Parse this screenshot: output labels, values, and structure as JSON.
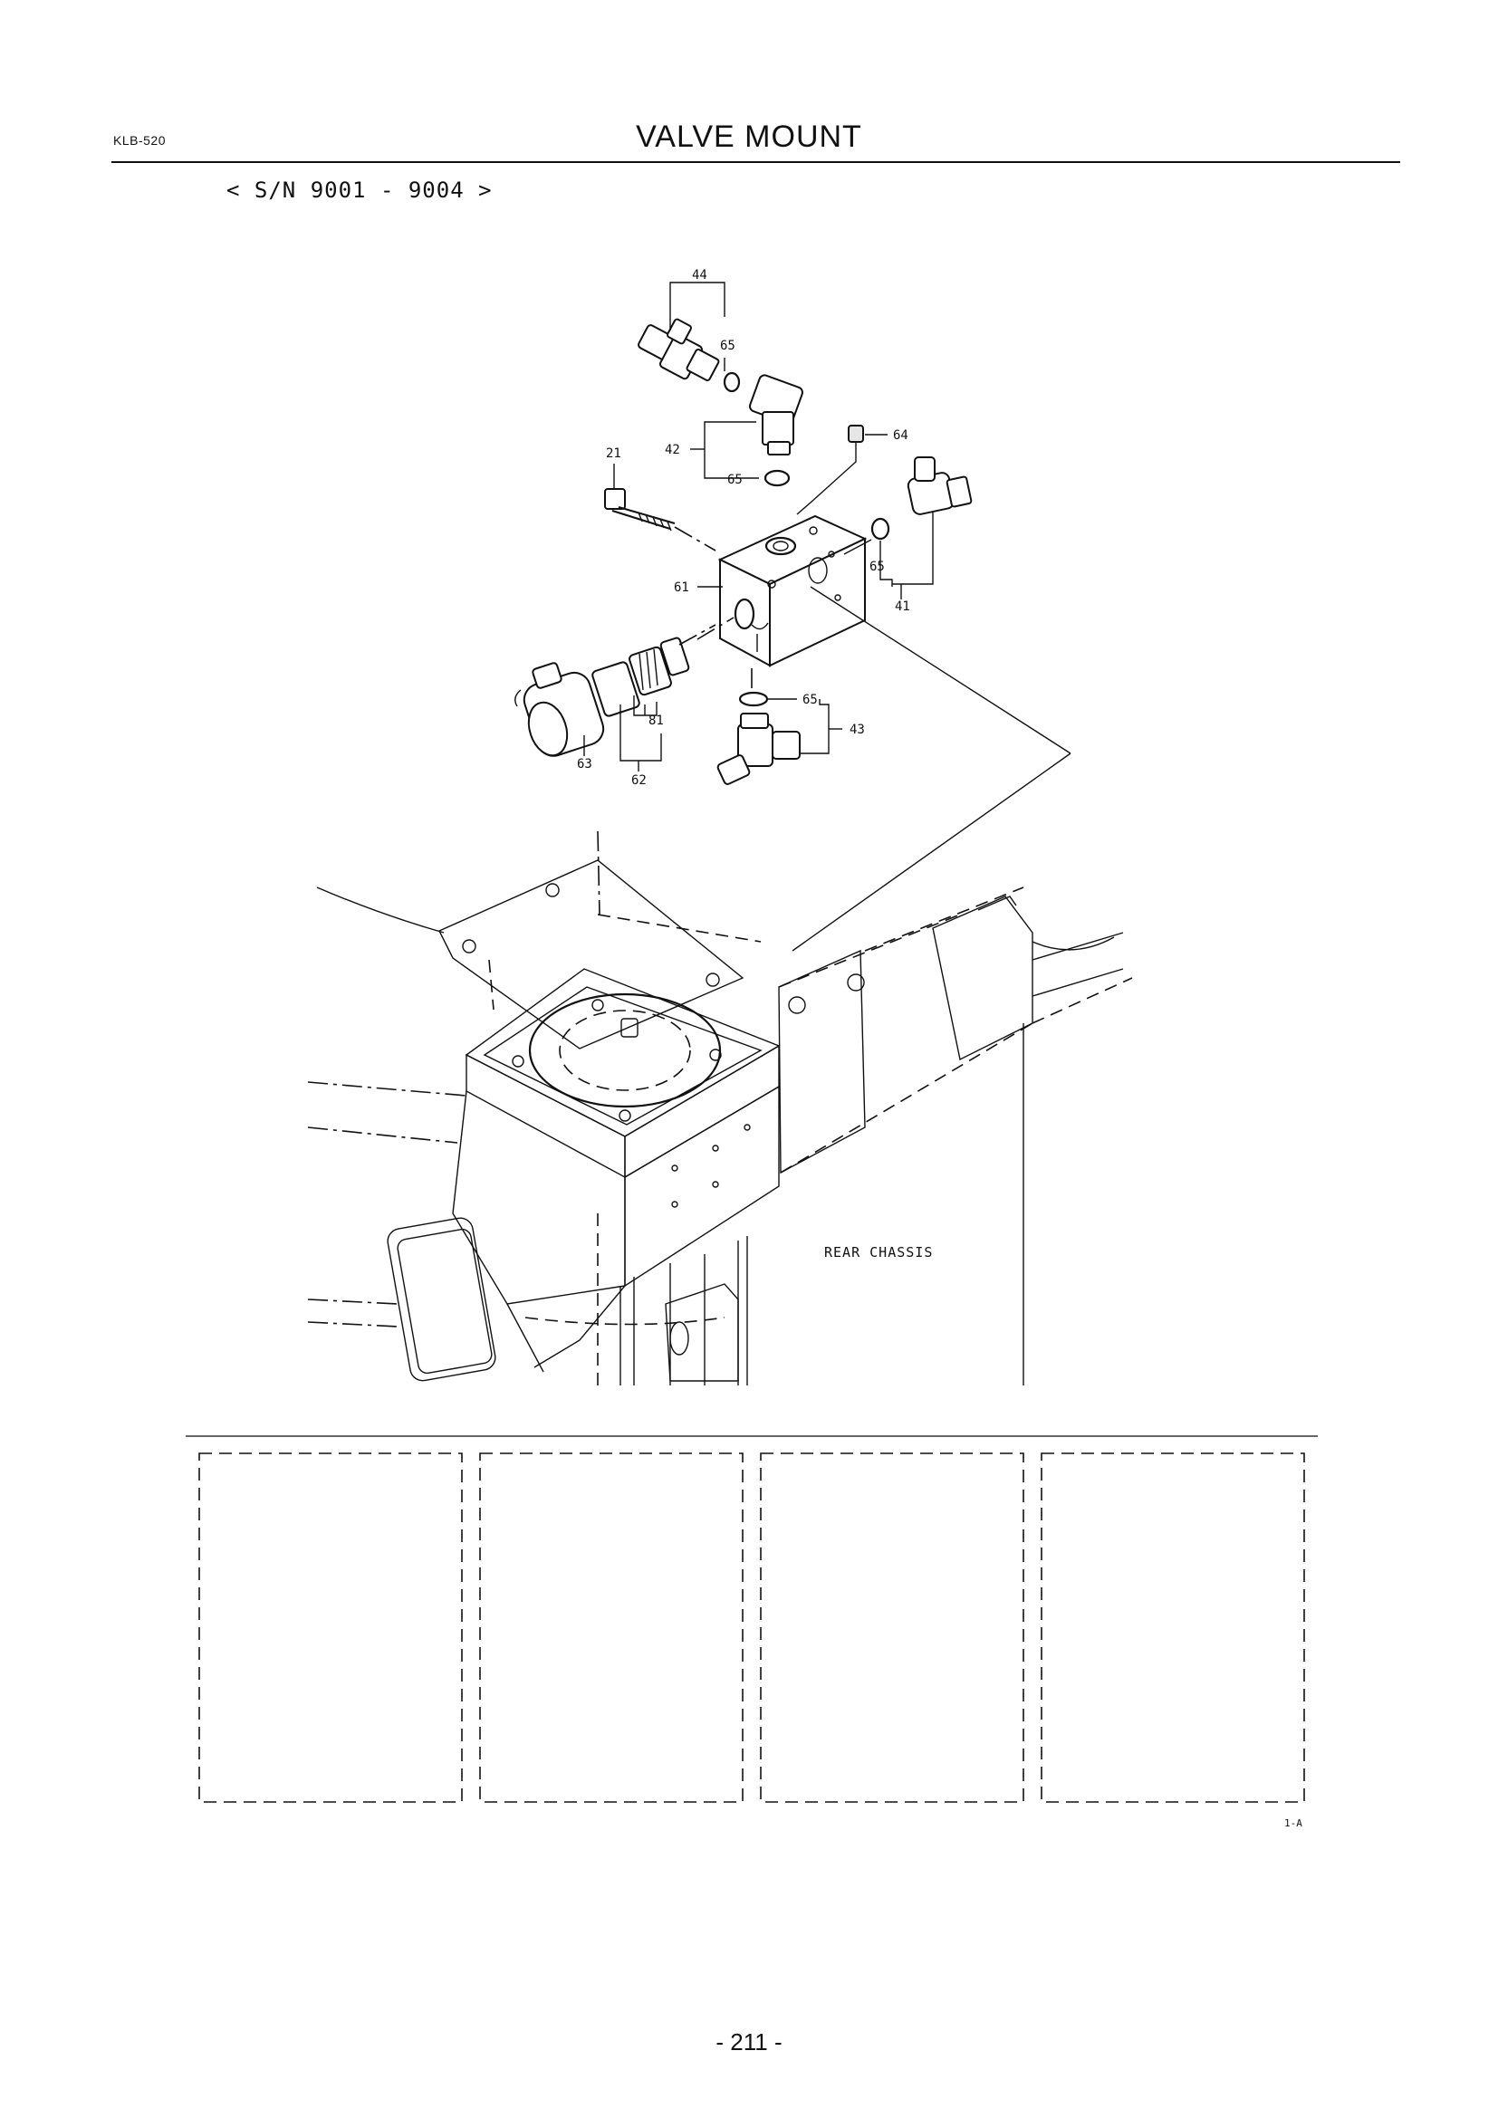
{
  "header": {
    "model_code": "KLB-520",
    "title": "VALVE MOUNT",
    "serial_range": "< S/N 9001 - 9004 >"
  },
  "diagram": {
    "callouts": [
      "44",
      "65",
      "42",
      "64",
      "21",
      "65",
      "61",
      "65",
      "41",
      "81",
      "65",
      "43",
      "63",
      "62"
    ],
    "rear_chassis_label": "REAR CHASSIS"
  },
  "footer": {
    "sheet_ref": "1-A",
    "page_number": "- 211 -"
  }
}
